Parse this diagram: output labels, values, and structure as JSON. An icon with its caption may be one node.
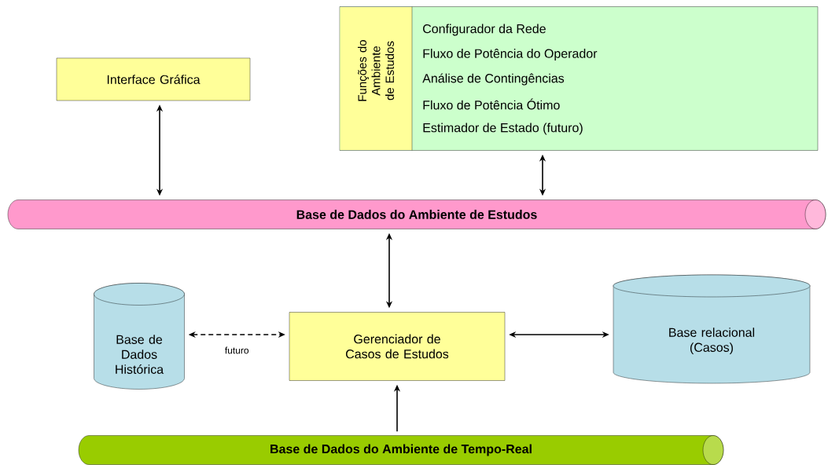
{
  "diagram": {
    "nodes": [
      {
        "text": [
          "Interface Gráfica"
        ]
      },
      {
        "text": [
          "Funções do Ambiente de Estudos",
          "Configurador da Rede",
          "Fluxo de Potência do Operador",
          "Análise de Contingências",
          "Fluxo de Potência Ótimo",
          "Estimador de Estado (futuro)"
        ]
      },
      {
        "text": [
          "Base de Dados do Ambiente de Estudos"
        ]
      },
      {
        "text": [
          "Base de Dados Histórica"
        ]
      },
      {
        "text": [
          "Gerenciador de Casos de Estudos"
        ]
      },
      {
        "text": [
          "Base relacional (Casos)"
        ]
      },
      {
        "text": [
          "Base de Dados do Ambiente de Tempo-Real"
        ]
      }
    ],
    "edges": [
      {
        "from": 0,
        "to": 2,
        "arrow": "both"
      },
      {
        "from": 1,
        "to": 2,
        "arrow": "both"
      },
      {
        "from": 2,
        "to": 4,
        "arrow": "both"
      },
      {
        "from": 3,
        "to": 4,
        "arrow": "both",
        "label": "futuro",
        "style": "dashed"
      },
      {
        "from": 4,
        "to": 5,
        "arrow": "both"
      },
      {
        "from": 6,
        "to": 4,
        "arrow": "to"
      }
    ]
  }
}
